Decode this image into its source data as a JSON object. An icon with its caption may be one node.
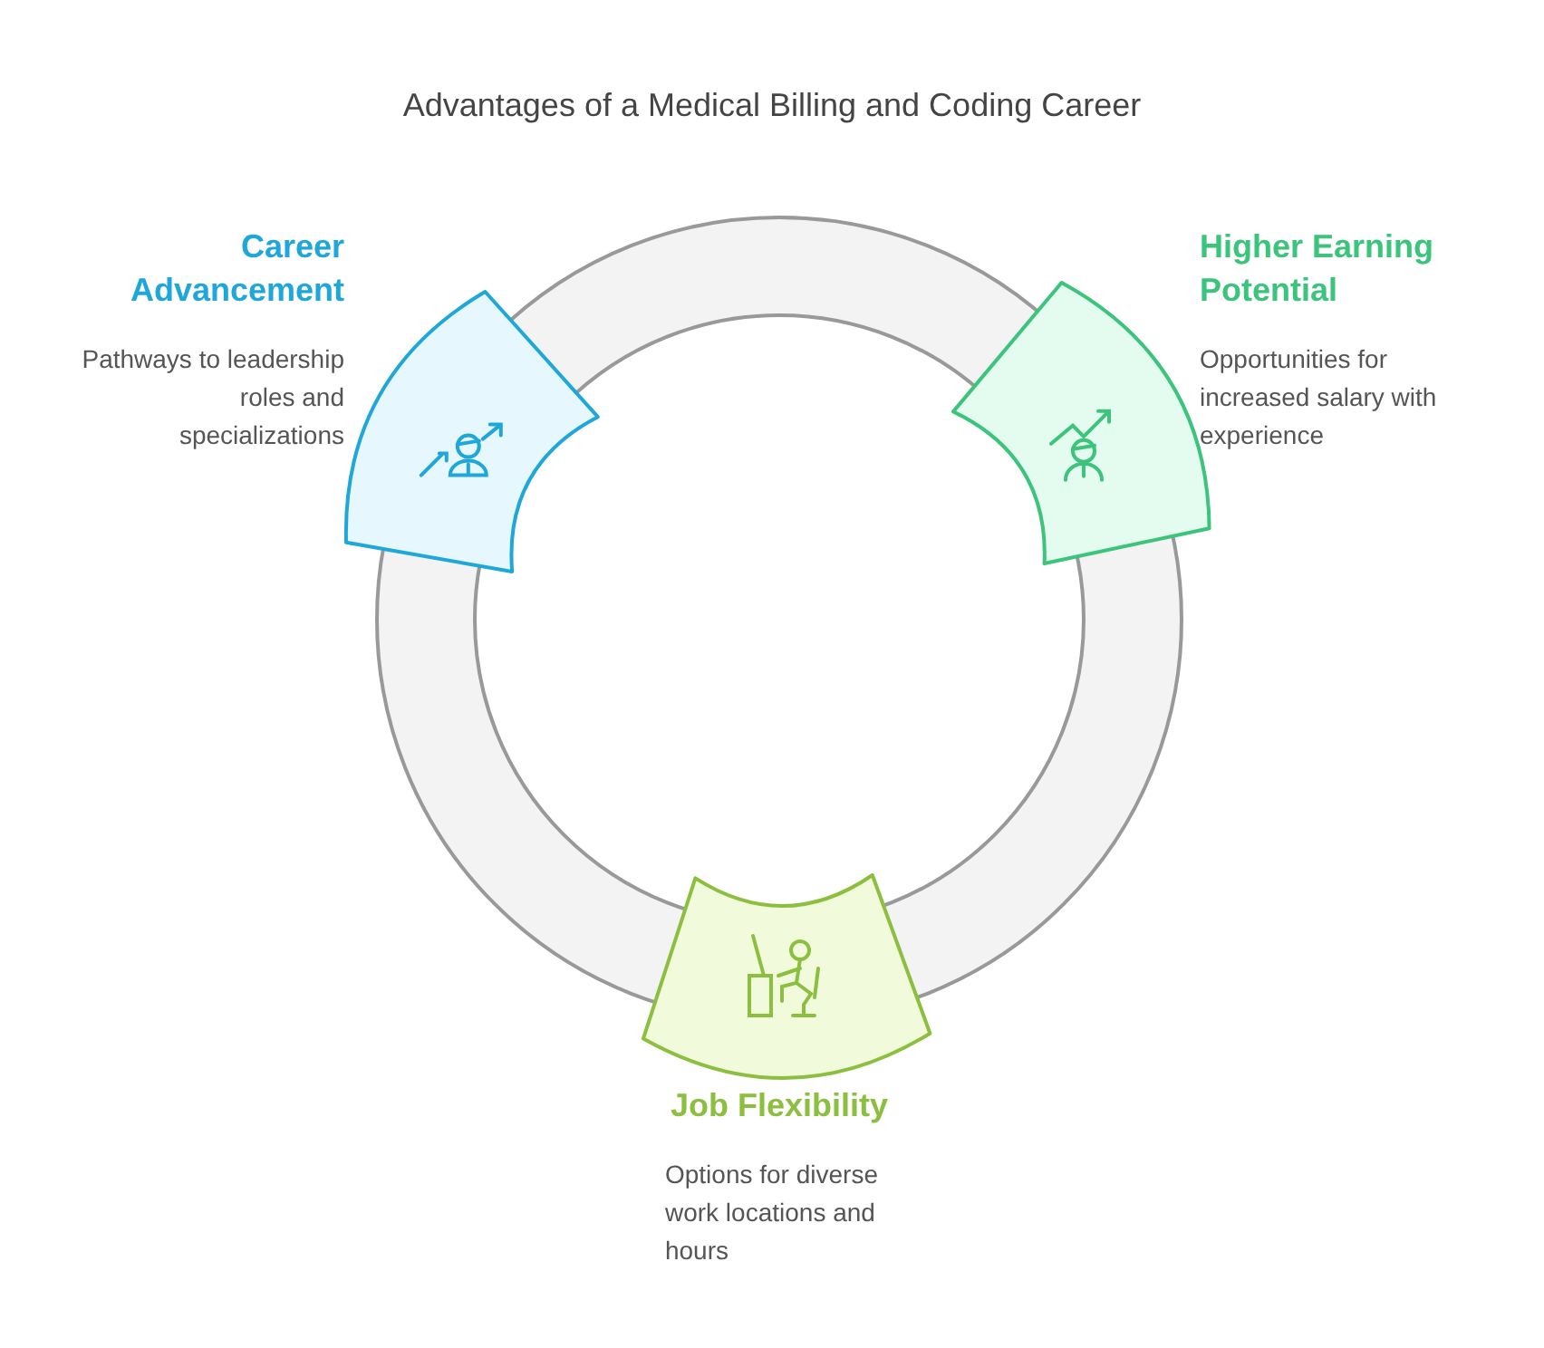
{
  "diagram": {
    "title": "Advantages of a Medical Billing and Coding Career",
    "nodes": [
      {
        "text": [
          "Career Advancement",
          "Pathways to leadership roles and specializations"
        ]
      },
      {
        "text": [
          "Higher Earning Potential",
          "Opportunities for increased salary with experience"
        ]
      },
      {
        "text": [
          "Job Flexibility",
          "Options for diverse work locations and hours"
        ]
      }
    ]
  }
}
